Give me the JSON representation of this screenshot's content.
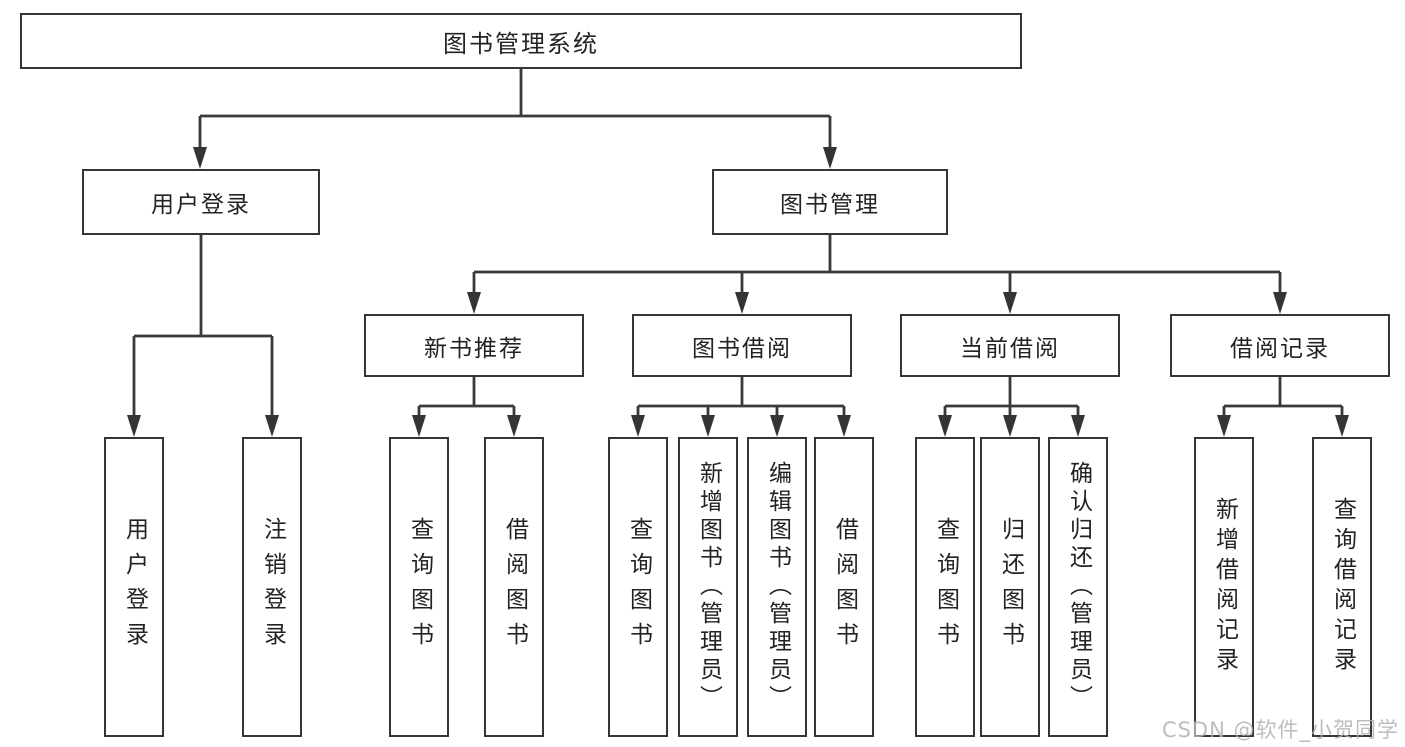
{
  "tree": {
    "label": "图书管理系统",
    "children": [
      {
        "label": "用户登录",
        "children": [
          {
            "label": "用户登录"
          },
          {
            "label": "注销登录"
          }
        ]
      },
      {
        "label": "图书管理",
        "children": [
          {
            "label": "新书推荐",
            "children": [
              {
                "label": "查询图书"
              },
              {
                "label": "借阅图书"
              }
            ]
          },
          {
            "label": "图书借阅",
            "children": [
              {
                "label": "查询图书"
              },
              {
                "label": "新增图书（管理员）"
              },
              {
                "label": "编辑图书（管理员）"
              },
              {
                "label": "借阅图书"
              }
            ]
          },
          {
            "label": "当前借阅",
            "children": [
              {
                "label": "查询图书"
              },
              {
                "label": "归还图书"
              },
              {
                "label": "确认归还（管理员）"
              }
            ]
          },
          {
            "label": "借阅记录",
            "children": [
              {
                "label": "新增借阅记录"
              },
              {
                "label": "查询借阅记录"
              }
            ]
          }
        ]
      }
    ]
  },
  "watermark": {
    "text": "CSDN @软件_小贺同学"
  },
  "colors": {
    "line": "#3a3a3a",
    "border": "#363636",
    "text": "#232323",
    "background": "#ffffff",
    "watermark": "#b2b2b2"
  }
}
